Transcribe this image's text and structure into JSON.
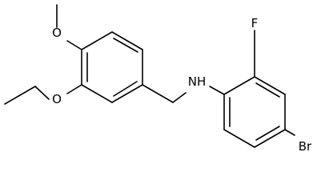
{
  "atoms": {
    "o_methoxy": "O",
    "o_ethoxy": "O",
    "nh": "NH",
    "f": "F",
    "br": "Br"
  },
  "colors": {
    "bond": "#000000",
    "label": "#000000",
    "background": "#ffffff"
  }
}
